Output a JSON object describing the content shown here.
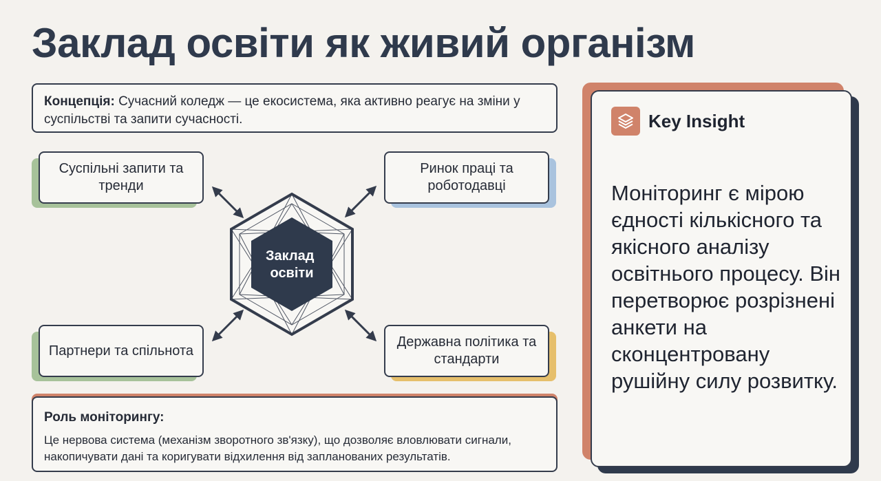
{
  "title": "Заклад освіти як живий організм",
  "concept": {
    "label": "Концепція:",
    "text": "Сучасний коледж — це екосистема, яка активно реагує на зміни у суспільстві та запити сучасності."
  },
  "diagram": {
    "center": "Заклад освіти",
    "nodes": [
      {
        "label": "Суспільні запити та тренди",
        "accent": "#a7c29a"
      },
      {
        "label": "Ринок праці та роботодавці",
        "accent": "#a9c3de"
      },
      {
        "label": "Партнери та спільнота",
        "accent": "#a7c29a"
      },
      {
        "label": "Державна політика та стандарти",
        "accent": "#e6bf6b"
      }
    ]
  },
  "role": {
    "title": "Роль моніторингу:",
    "text": "Це нервова система (механізм зворотного зв'язку), що дозволяє вловлювати сигнали, накопичувати дані та коригувати відхилення від запланованих результатів."
  },
  "insight": {
    "icon": "layers-icon",
    "title": "Key Insight",
    "text": "Моніторинг є мірою єдності кількісного та якісного аналізу освітнього процесу. Він перетворює розрізнені анкети на сконцентровану рушійну силу розвитку."
  },
  "colors": {
    "accent": "#d0836a",
    "dark": "#2f3a4c",
    "background": "#f4f2ee"
  }
}
